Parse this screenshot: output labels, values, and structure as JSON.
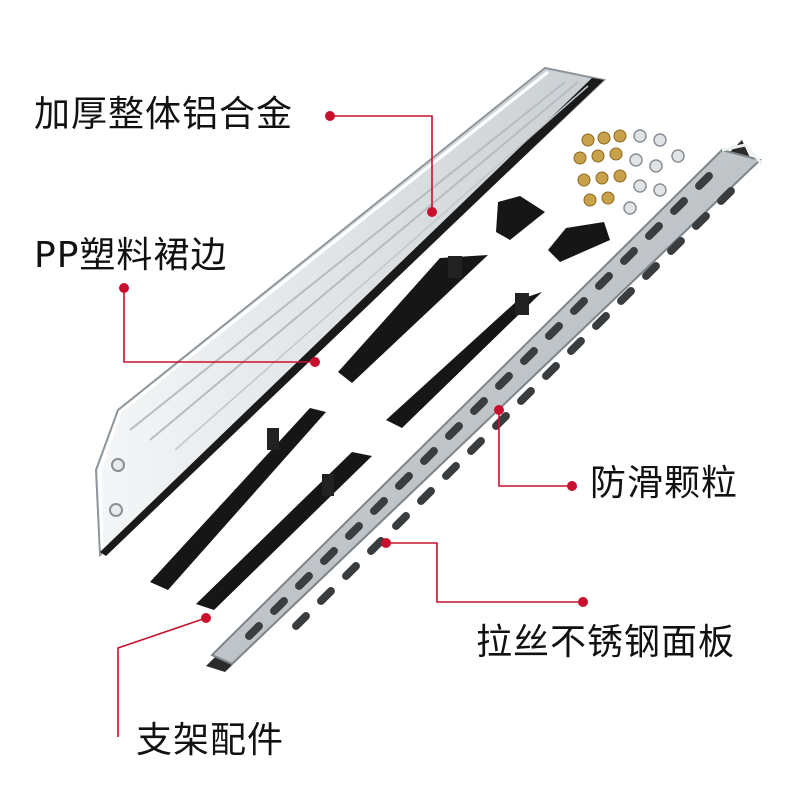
{
  "callouts": {
    "aluminum": "加厚整体铝合金",
    "pp_skirt": "PP塑料裙边",
    "anti_slip": "防滑颗粒",
    "steel_panel": "拉丝不锈钢面板",
    "bracket": "支架配件"
  },
  "colors": {
    "leader_line": "#c8102e",
    "leader_dot": "#c8102e",
    "label_text": "#111111",
    "bracket_black": "#161616",
    "aluminum_silver": "#d9dde0",
    "steel_panel": "#b9bec2"
  }
}
